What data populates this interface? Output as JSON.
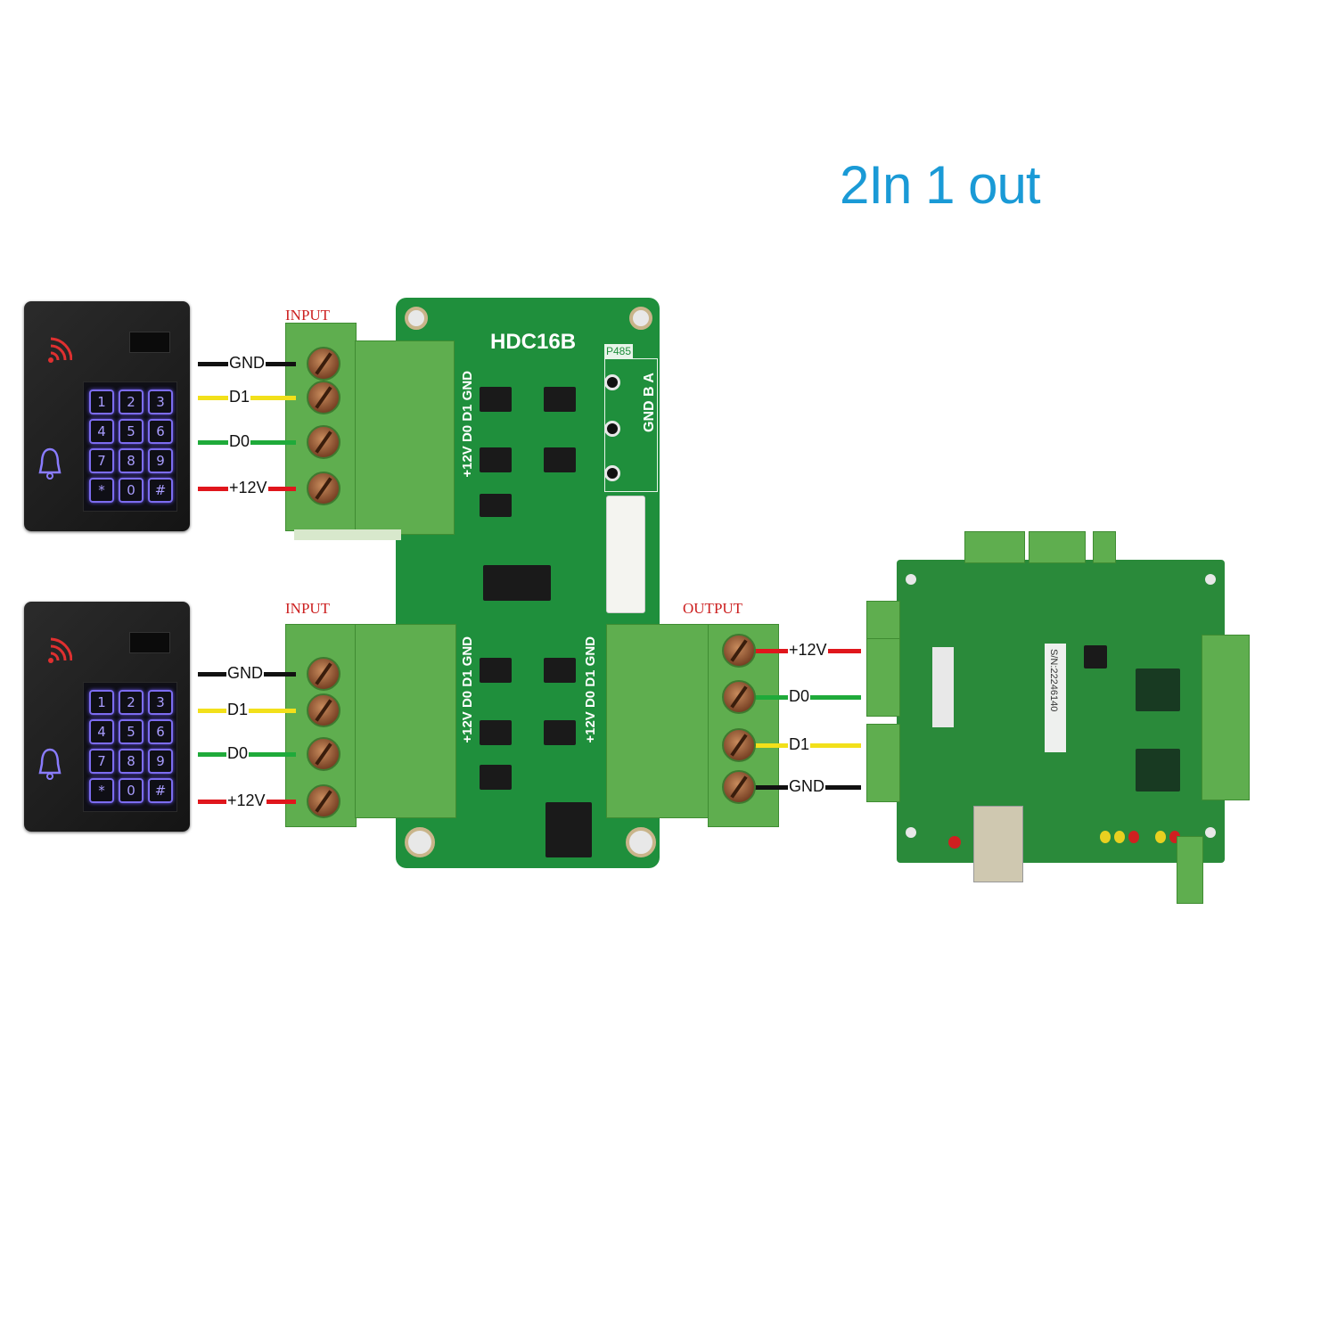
{
  "title": "2In 1 out",
  "board": {
    "name": "HDC16B",
    "port_label": "P485",
    "rs485_labels": [
      "GND",
      "B",
      "A"
    ],
    "header_labels": [
      "GND B A"
    ],
    "input1_vertical": "+12V D0 D1 GND",
    "input2_vertical": "+12V D0 D1 GND",
    "output_vertical": "+12V D0 D1 GND"
  },
  "input1": {
    "header": "INPUT",
    "wires": [
      {
        "label": "GND",
        "color": "#111111"
      },
      {
        "label": "D1",
        "color": "#f2e01a"
      },
      {
        "label": "D0",
        "color": "#1faa3a"
      },
      {
        "label": "+12V",
        "color": "#e0161c"
      }
    ]
  },
  "input2": {
    "header": "INPUT",
    "wires": [
      {
        "label": "GND",
        "color": "#111111"
      },
      {
        "label": "D1",
        "color": "#f2e01a"
      },
      {
        "label": "D0",
        "color": "#1faa3a"
      },
      {
        "label": "+12V",
        "color": "#e0161c"
      }
    ]
  },
  "output": {
    "header": "OUTPUT",
    "wires": [
      {
        "label": "+12V",
        "color": "#e0161c"
      },
      {
        "label": "D0",
        "color": "#1faa3a"
      },
      {
        "label": "D1",
        "color": "#f2e01a"
      },
      {
        "label": "GND",
        "color": "#111111"
      }
    ]
  },
  "keypad_keys": [
    "1",
    "2",
    "3",
    "4",
    "5",
    "6",
    "7",
    "8",
    "9",
    "*",
    "0",
    "#"
  ],
  "controller": {
    "serial_label": "S/N:22246140"
  }
}
